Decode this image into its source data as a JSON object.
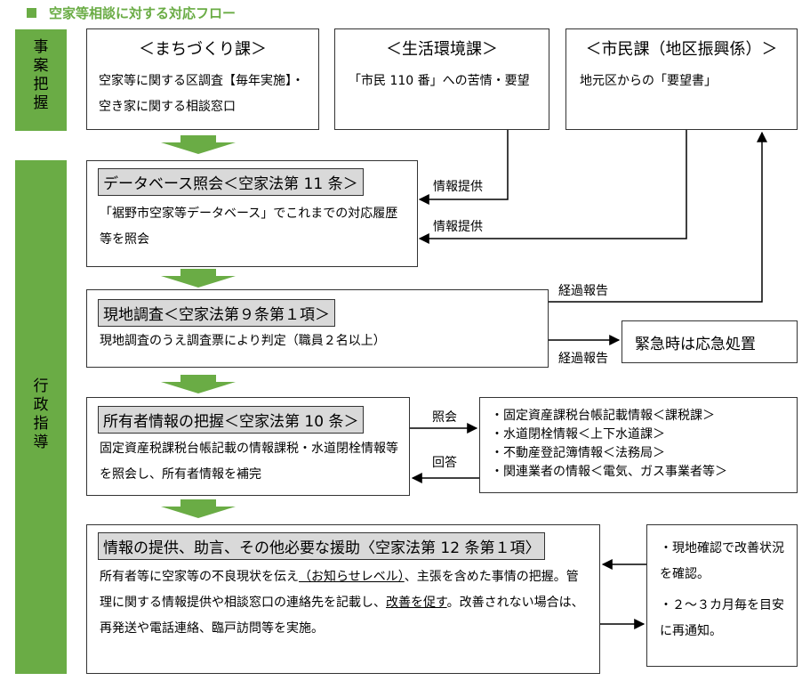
{
  "title": "空家等相談に対する対応フロー",
  "sidebar": {
    "top_label": "事案把握",
    "bottom_label": "行政指導"
  },
  "colors": {
    "accent": "#6aac45",
    "highlight": "#d9d9d9"
  },
  "departments": {
    "machizukuri": {
      "heading": "＜まちづくり課＞",
      "body": "空家等に関する区調査【毎年実施】・空き家に関する相談窓口"
    },
    "seikatsu": {
      "heading": "＜生活環境課＞",
      "body": "「市民 110 番」への苦情・要望"
    },
    "shimin": {
      "heading": "＜市民課（地区振興係）＞",
      "body": "地元区からの「要望書」"
    }
  },
  "steps": {
    "database": {
      "heading": "データベース照会＜空家法第 11 条＞",
      "body": "「裾野市空家等データベース」でこれまでの対応履歴等を照会"
    },
    "survey": {
      "heading": "現地調査＜空家法第９条第１項＞",
      "body": "現地調査のうえ調査票により判定（職員２名以上）"
    },
    "owner": {
      "heading": "所有者情報の把握＜空家法第 10 条＞",
      "body": "固定資産税課税台帳記載の情報課税・水道閉栓情報等を照会し、所有者情報を補完"
    },
    "assist": {
      "heading": "情報の提供、助言、その他必要な援助〈空家法第 12 条第１項〉",
      "body_1": "所有者等に空家等の不良現状を伝え",
      "body_2": "（お知らせレベル）",
      "body_3": "、主張を含めた事情の把握。管理に関する情報提供や相談窓口の連絡先を記載し、",
      "body_4": "改善を促す",
      "body_5": "。改善されない場合は、再発送や電話連絡、臨戸訪問等を実施。"
    }
  },
  "side_boxes": {
    "emergency": "緊急時は応急処置",
    "sources": [
      "・固定資産課税台帳記載情報＜課税課＞",
      "・水道閉栓情報＜上下水道課＞",
      "・不動産登記簿情報＜法務局＞",
      "・関連業者の情報＜電気、ガス事業者等＞"
    ],
    "followup": [
      "・現地確認で改善状況を確認。",
      "・２～３カ月毎を目安に再通知。"
    ]
  },
  "arrow_labels": {
    "info_1": "情報提供",
    "info_2": "情報提供",
    "progress_1": "経過報告",
    "progress_2": "経過報告",
    "inquiry": "照会",
    "reply": "回答"
  }
}
